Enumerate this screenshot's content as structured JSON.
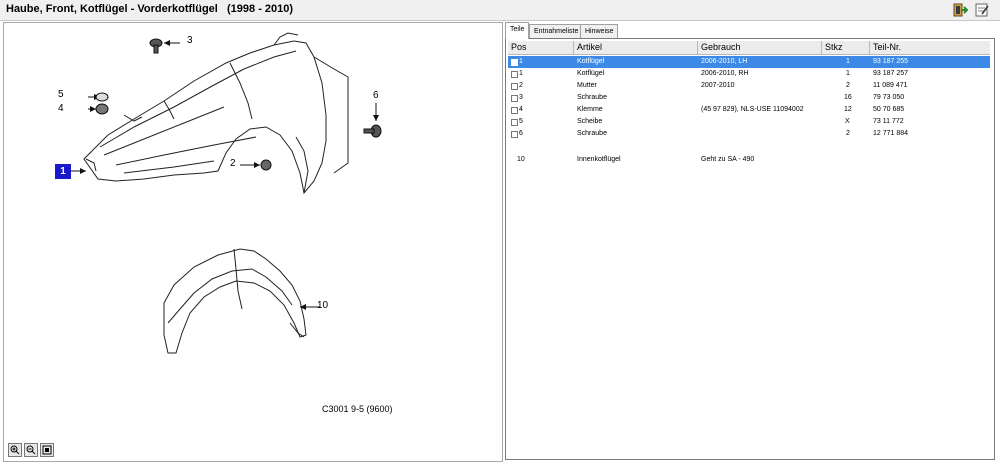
{
  "window": {
    "title": "Haube, Front, Kotflügel - Vorderkotflügel   (1998 - 2010)"
  },
  "toolbar": {
    "icons": [
      "exit-icon",
      "note-icon"
    ]
  },
  "diagram": {
    "selected_callout": "1",
    "callouts": [
      "3",
      "5",
      "4",
      "6",
      "2",
      "10"
    ],
    "caption": "C3001 9-5 (9600)",
    "zoom_buttons": [
      "zoom-in-icon",
      "zoom-out-icon",
      "zoom-fit-icon"
    ]
  },
  "tabs": [
    {
      "label": "Teile",
      "active": true
    },
    {
      "label": "Entnahmeliste",
      "active": false
    },
    {
      "label": "Hinweise",
      "active": false
    }
  ],
  "table": {
    "columns": [
      "Pos",
      "Artikel",
      "Gebrauch",
      "Stkz",
      "Teil-Nr."
    ],
    "rows": [
      {
        "pos": "1",
        "artikel": "Kotflügel",
        "gebrauch": "2006-2010, LH",
        "stkz": "1",
        "teilnr": "93 187 255",
        "selected": true,
        "checkbox": true
      },
      {
        "pos": "1",
        "artikel": "Kotflügel",
        "gebrauch": "2006-2010, RH",
        "stkz": "1",
        "teilnr": "93 187 257",
        "selected": false,
        "checkbox": true
      },
      {
        "pos": "2",
        "artikel": "Mutter",
        "gebrauch": "2007-2010",
        "stkz": "2",
        "teilnr": "11 089 471",
        "selected": false,
        "checkbox": true
      },
      {
        "pos": "3",
        "artikel": "Schraube",
        "gebrauch": "",
        "stkz": "16",
        "teilnr": "79 73 050",
        "selected": false,
        "checkbox": true
      },
      {
        "pos": "4",
        "artikel": "Klemme",
        "gebrauch": "(45 97 829), NLS-USE 11094002",
        "stkz": "12",
        "teilnr": "50 70 685",
        "selected": false,
        "checkbox": true
      },
      {
        "pos": "5",
        "artikel": "Scheibe",
        "gebrauch": "",
        "stkz": "X",
        "teilnr": "73 11 772",
        "selected": false,
        "checkbox": true
      },
      {
        "pos": "6",
        "artikel": "Schraube",
        "gebrauch": "",
        "stkz": "2",
        "teilnr": "12 771 884",
        "selected": false,
        "checkbox": true
      },
      {
        "pos": "10",
        "artikel": "Innenkotflügel",
        "gebrauch": "Geht zu SA - 490",
        "stkz": "",
        "teilnr": "",
        "selected": false,
        "checkbox": false
      }
    ]
  },
  "colors": {
    "selection": "#3c8ae6",
    "callout_highlight": "#1a1acc"
  }
}
